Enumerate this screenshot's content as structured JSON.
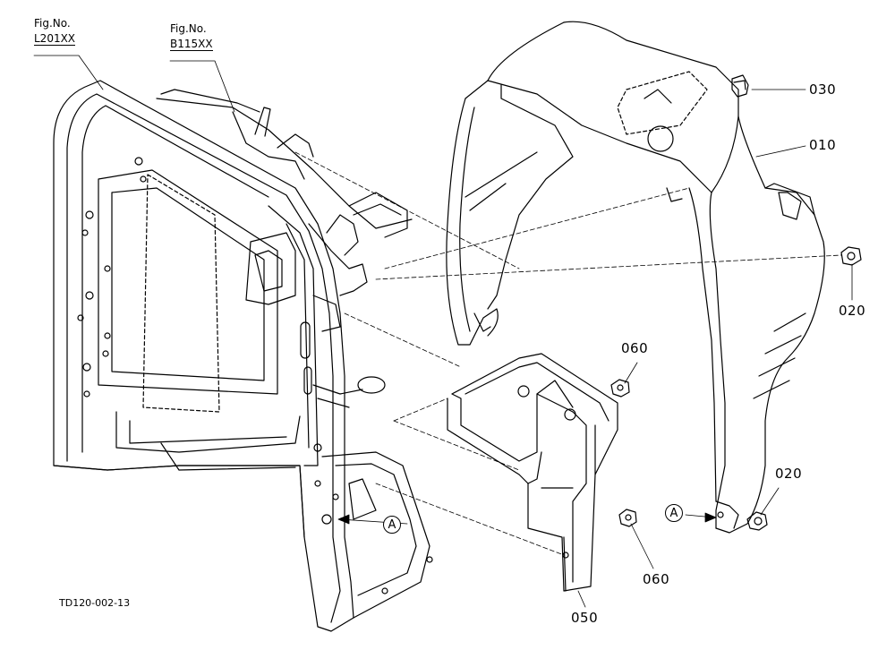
{
  "figure_refs": [
    {
      "label": "Fig.No.",
      "code": "L201XX"
    },
    {
      "label": "Fig.No.",
      "code": "B115XX"
    }
  ],
  "parts": {
    "p010": "010",
    "p020_upper": "020",
    "p020_lower": "020",
    "p030": "030",
    "p050": "050",
    "p060_upper": "060",
    "p060_lower": "060"
  },
  "markers": {
    "left": "A",
    "right": "A"
  },
  "drawing_code": "TD120-002-13"
}
